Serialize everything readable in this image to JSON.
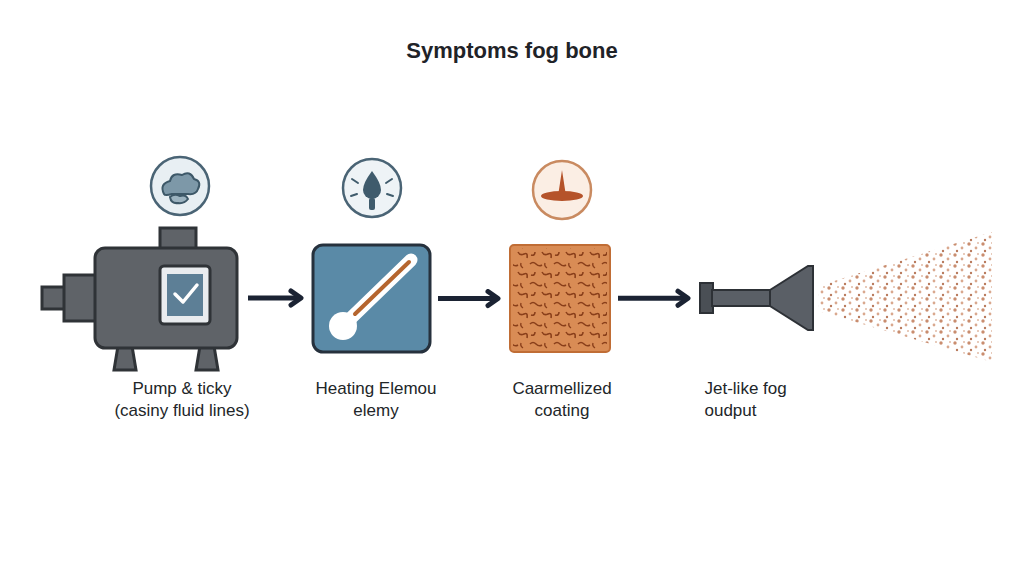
{
  "diagram": {
    "title": "Symptoms fog bone",
    "nodes": [
      {
        "text": [
          "Pump & ticky",
          "(casiny fluid lines)"
        ]
      },
      {
        "text": [
          "Heating Elemou elemy"
        ]
      },
      {
        "text": [
          "Caarmellized coating"
        ]
      },
      {
        "text": [
          "Jet-like fog oudput"
        ]
      }
    ],
    "edges": [
      {
        "from": 0,
        "to": 1,
        "arrow": "to"
      },
      {
        "from": 1,
        "to": 2,
        "arrow": "to"
      },
      {
        "from": 2,
        "to": 3,
        "arrow": "to"
      }
    ]
  }
}
